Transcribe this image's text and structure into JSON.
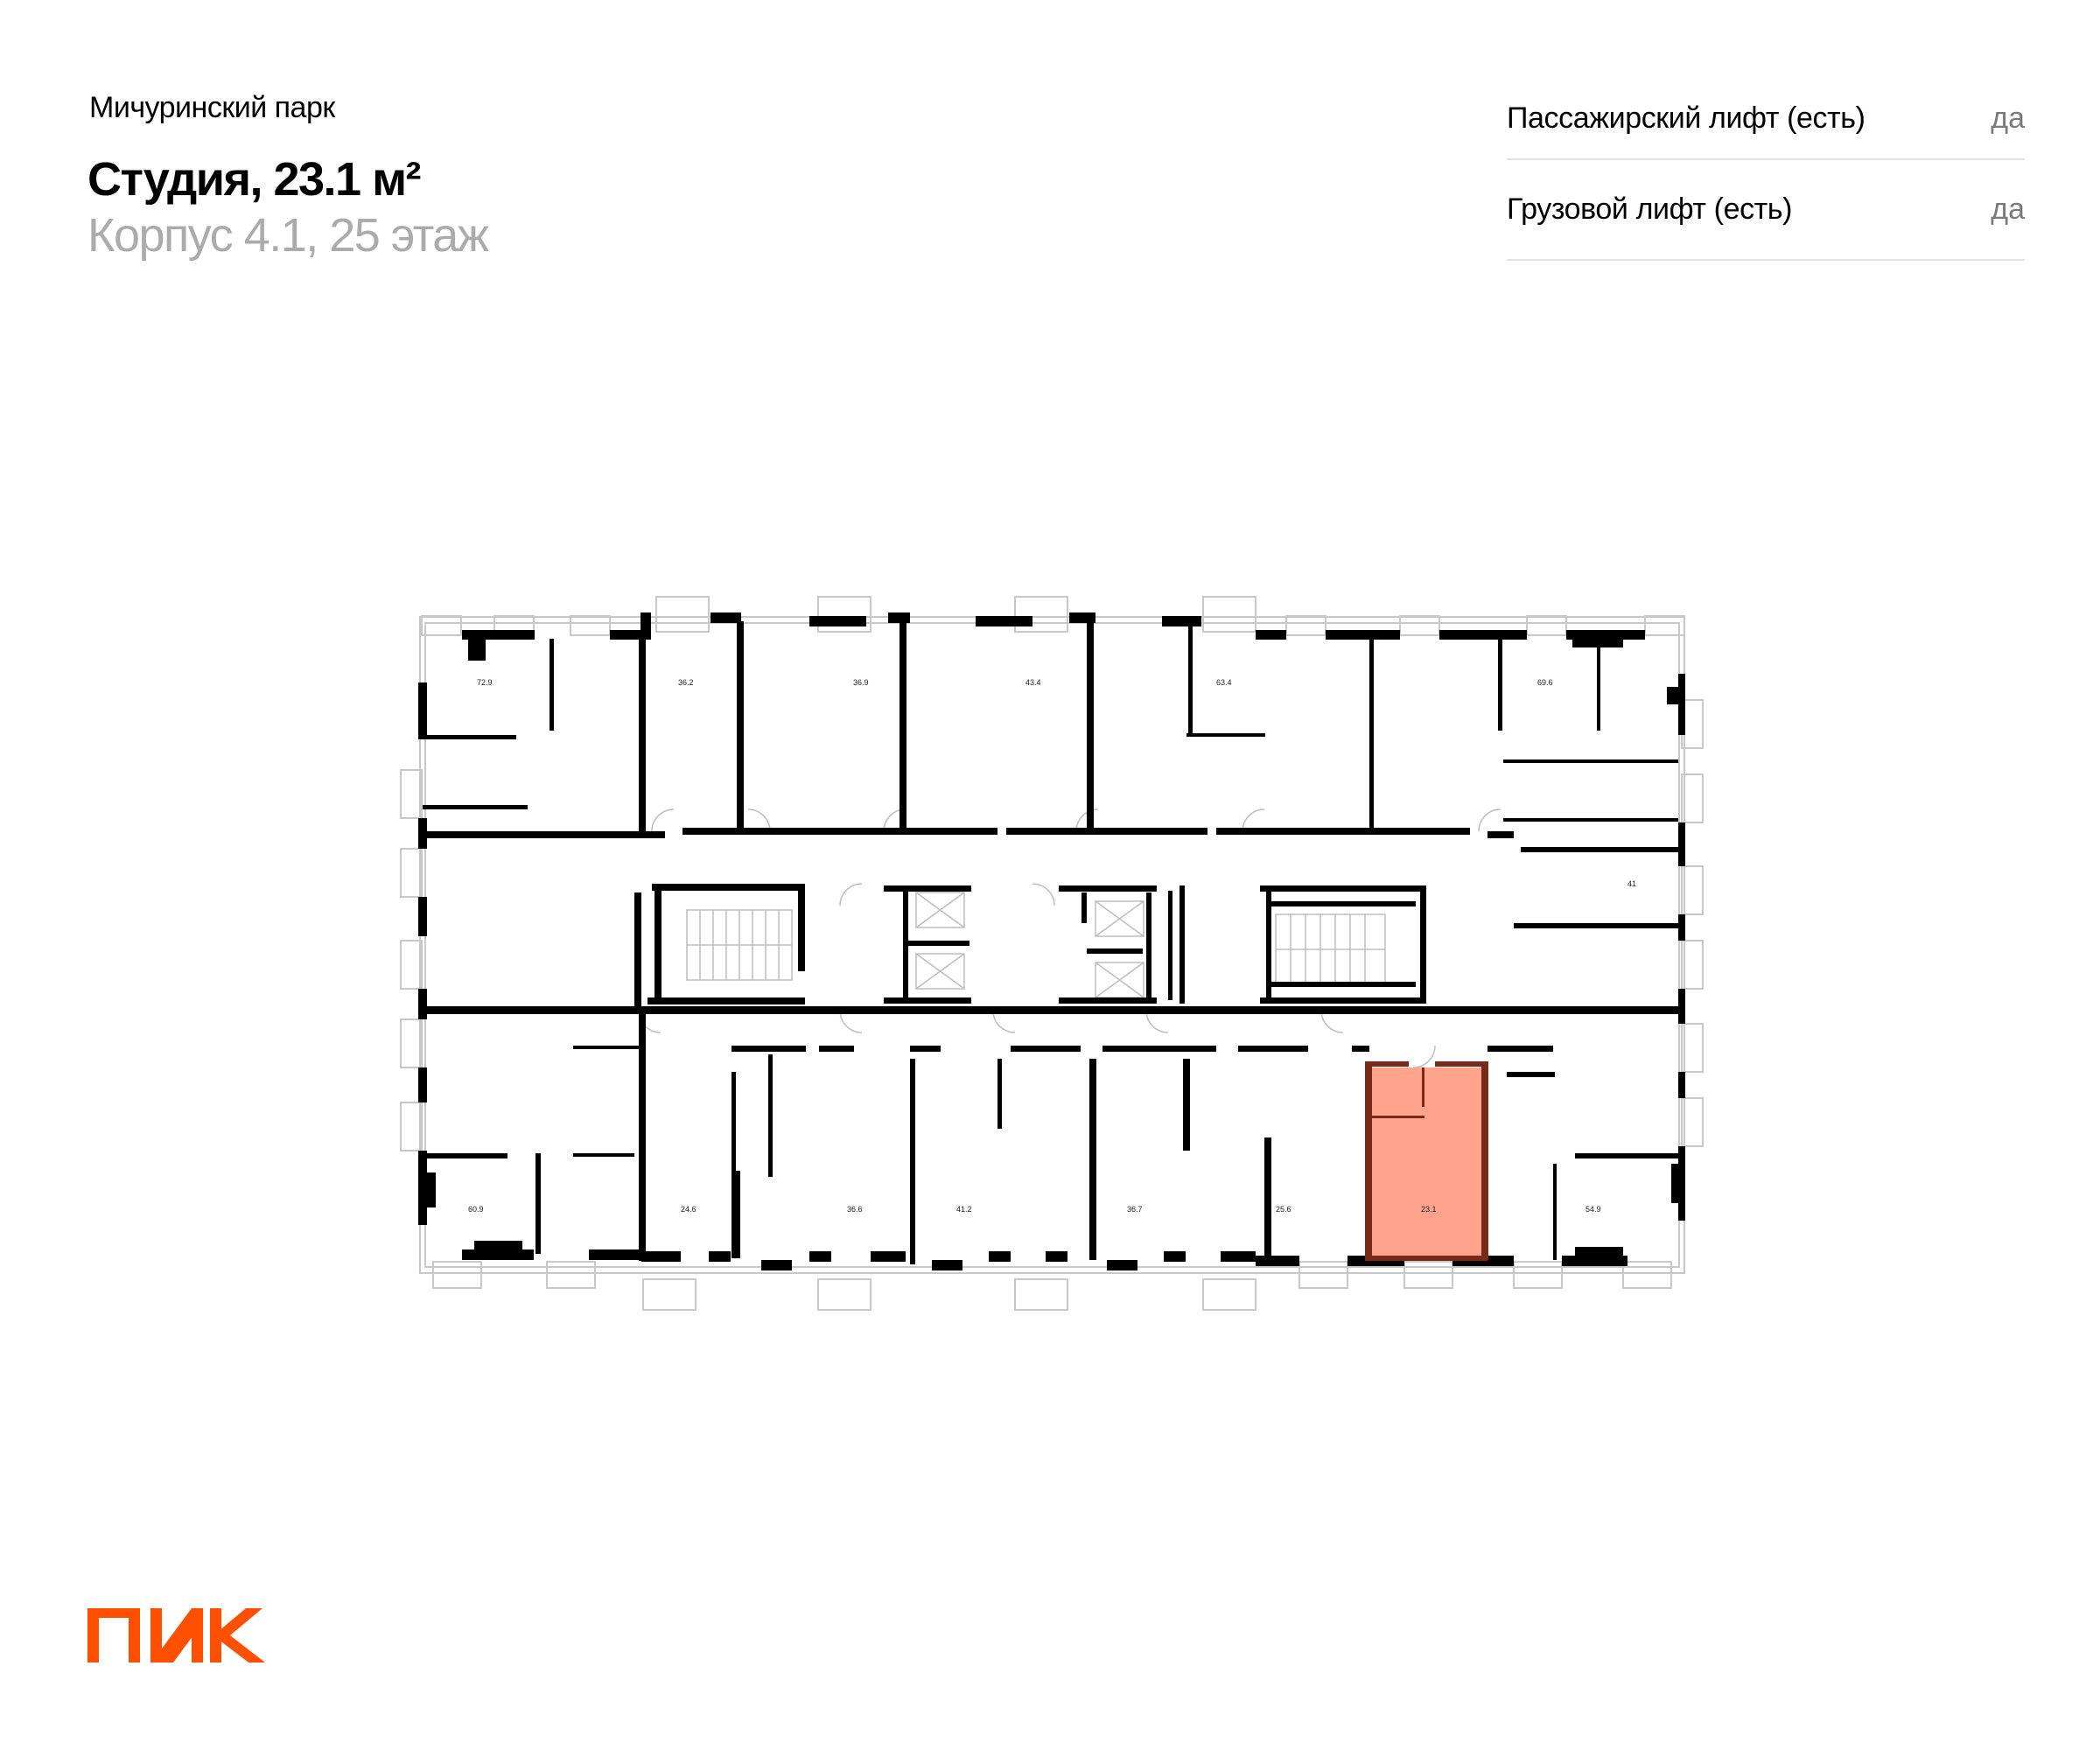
{
  "header": {
    "project_name": "Мичуринский парк",
    "title": "Студия, 23.1 м²",
    "subtitle": "Корпус 4.1, 25 этаж"
  },
  "features": [
    {
      "label": "Пассажирский лифт (есть)",
      "value": "да"
    },
    {
      "label": "Грузовой лифт (есть)",
      "value": "да"
    }
  ],
  "floor_plan": {
    "highlight_color": "#FFA48C",
    "highlight_wall_color": "#7A2818",
    "selected_unit": {
      "area": "23.1"
    },
    "units_top": [
      {
        "area": "72.9"
      },
      {
        "area": "36.2"
      },
      {
        "area": "36.9"
      },
      {
        "area": "43.4"
      },
      {
        "area": "63.4"
      },
      {
        "area": "69.6"
      }
    ],
    "units_right": [
      {
        "area": "41"
      }
    ],
    "units_bottom": [
      {
        "area": "60.9"
      },
      {
        "area": "24.6"
      },
      {
        "area": "36.6"
      },
      {
        "area": "41.2"
      },
      {
        "area": "36.7"
      },
      {
        "area": "25.6"
      },
      {
        "area": "23.1"
      },
      {
        "area": "54.9"
      }
    ]
  },
  "logo": {
    "text": "ПИК",
    "color": "#FF4F00"
  }
}
